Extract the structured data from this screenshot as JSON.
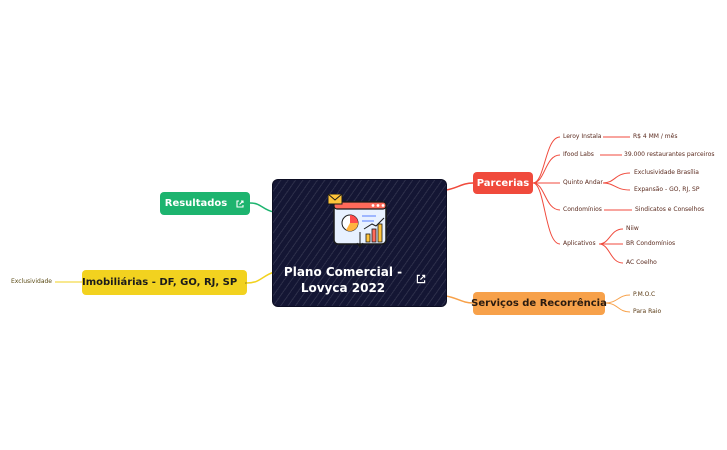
{
  "center": {
    "title_line1": "Plano Comercial -",
    "title_line2": "Lovyca 2022"
  },
  "left": {
    "resultados": "Resultados",
    "imobiliarias": "Imobiliárias - DF, GO, RJ, SP",
    "exclusividade": "Exclusividade"
  },
  "parcerias": {
    "label": "Parcerias",
    "leroy": "Leroy Instala",
    "leroy_value": "R$ 4 MM / mês",
    "ifood": "Ifood Labs",
    "ifood_value": "39.000 restaurantes parceiros",
    "quinto": "Quinto Andar",
    "quinto_1": "Exclusividade Brasília",
    "quinto_2": "Expansão - GO, RJ, SP",
    "condominios": "Condomínios",
    "condominios_value": "Sindicatos e Conselhos",
    "aplicativos": "Aplicativos",
    "app_1": "Niiw",
    "app_2": "BR Condomínios",
    "app_3": "AC Coelho"
  },
  "servicos": {
    "label": "Serviços de Recorrência",
    "item_1": "P.M.O.C",
    "item_2": "Para Raio"
  },
  "colors": {
    "resultados": "#1db46f",
    "imobiliarias": "#f2d21f",
    "parcerias": "#f04a3c",
    "servicos": "#f7a14a",
    "center": "#141634",
    "leaf_text": "#5a2a1e"
  },
  "icons": [
    "external-link-icon",
    "presentation-chart-icon",
    "envelope-icon"
  ]
}
